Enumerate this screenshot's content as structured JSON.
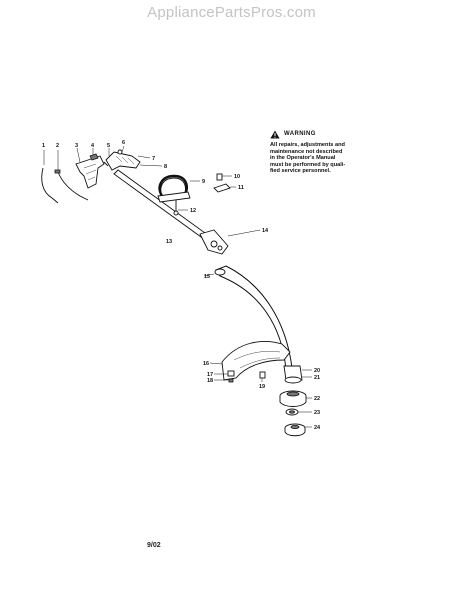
{
  "watermark": "AppliancePartsPros.com",
  "warning": {
    "title": "WARNING",
    "lines": [
      "All repairs, adjustments and",
      "maintenance not described",
      "in the Operator's Manual",
      "must be performed by quali-",
      "fied service personnel."
    ]
  },
  "date_code": "9/02",
  "callouts": [
    "1",
    "2",
    "3",
    "4",
    "5",
    "6",
    "7",
    "8",
    "9",
    "10",
    "11",
    "12",
    "13",
    "14",
    "15",
    "16",
    "17",
    "18",
    "19",
    "20",
    "21",
    "22",
    "23",
    "24"
  ],
  "icons": {
    "warning": "warning-triangle-icon"
  }
}
